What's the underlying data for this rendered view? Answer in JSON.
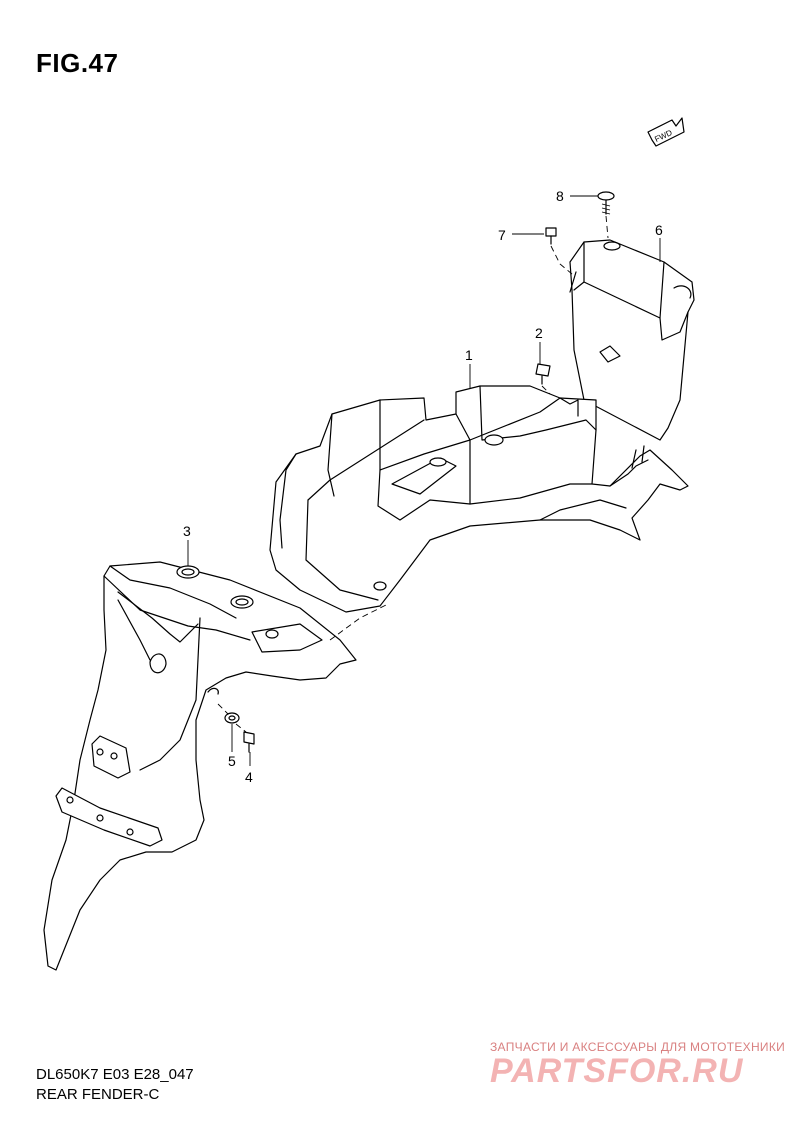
{
  "figure": {
    "title": "FIG.47",
    "model_code": "DL650K7 E03 E28_047",
    "section_name": "REAR FENDER-C",
    "fwd_label": "FWD"
  },
  "callouts": [
    {
      "id": "1",
      "label": "1"
    },
    {
      "id": "2",
      "label": "2"
    },
    {
      "id": "3",
      "label": "3"
    },
    {
      "id": "4",
      "label": "4"
    },
    {
      "id": "5",
      "label": "5"
    },
    {
      "id": "6",
      "label": "6"
    },
    {
      "id": "7",
      "label": "7"
    },
    {
      "id": "8",
      "label": "8"
    }
  ],
  "watermark": {
    "tagline": "ЗАПЧАСТИ И АКСЕССУАРЫ ДЛЯ МОТОТЕХНИКИ",
    "brand": "PARTSFOR.RU",
    "color": "#e08a8a"
  }
}
